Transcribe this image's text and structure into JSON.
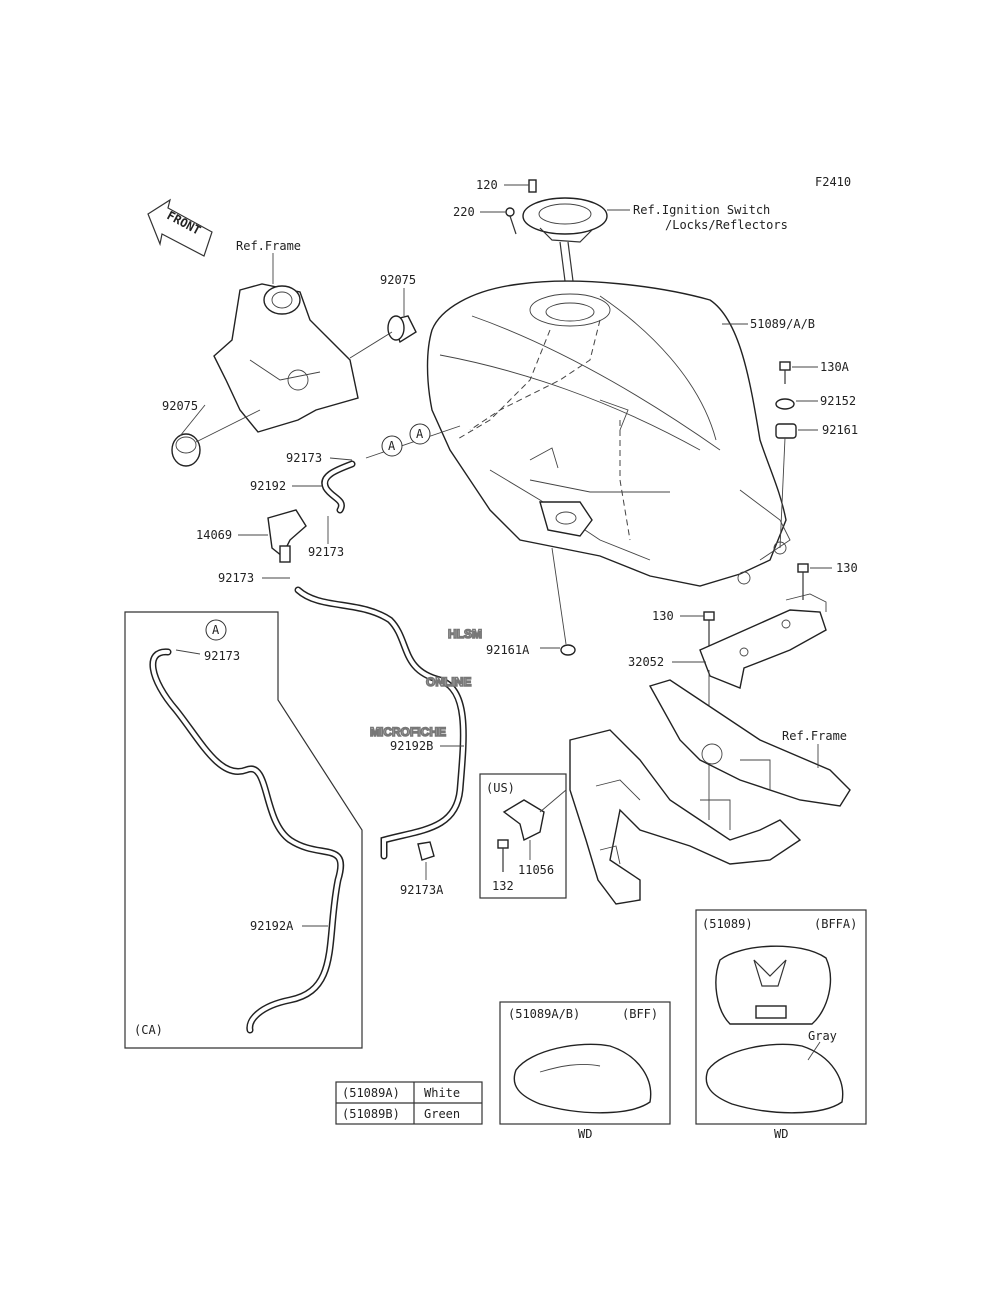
{
  "figure_code": "F2410",
  "front_badge": "FRONT",
  "labels": {
    "p120": "120",
    "p220": "220",
    "ref_ignition_1": "Ref.Ignition Switch",
    "ref_ignition_2": "/Locks/Reflectors",
    "ref_frame_top": "Ref.Frame",
    "p92075_top": "92075",
    "p92075_left": "92075",
    "p51089": "51089/A/B",
    "p130a": "130A",
    "p92152": "92152",
    "p92161": "92161",
    "p92173_a": "92173",
    "p92192": "92192",
    "p14069": "14069",
    "p92173_b": "92173",
    "p92173_c": "92173",
    "p92173_d": "92173",
    "p130_right": "130",
    "p130_mid": "130",
    "p92161a": "92161A",
    "p32052": "32052",
    "ref_frame_bottom": "Ref.Frame",
    "p92192b": "92192B",
    "p11056": "11056",
    "p132": "132",
    "p92173a": "92173A",
    "p92192a": "92192A",
    "circle_a": "A"
  },
  "boxes": {
    "us_tag": "(US)",
    "ca_tag": "(CA)",
    "bff_code": "(51089A/B)",
    "bff_tag": "(BFF)",
    "bffa_code": "(51089)",
    "bffa_tag": "(BFFA)",
    "gray_label": "Gray",
    "wd_left": "WD",
    "wd_right": "WD"
  },
  "color_table": [
    {
      "code": "(51089A)",
      "color": "White"
    },
    {
      "code": "(51089B)",
      "color": "Green"
    }
  ],
  "watermark": [
    "HLSM",
    "ONLINE",
    "MICROFICHE"
  ]
}
